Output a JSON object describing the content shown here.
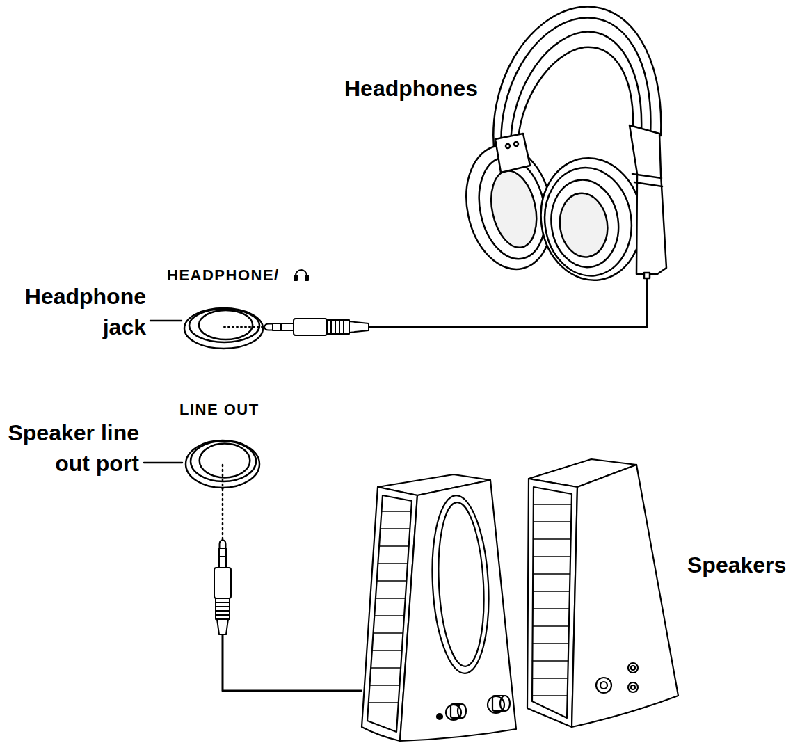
{
  "diagram": {
    "nodes": [
      {
        "text": [
          "Headphones"
        ]
      },
      {
        "text": [
          "HEADPHONE/",
          "Headphone jack"
        ]
      },
      {
        "text": [
          "LINE OUT",
          "Speaker line out port"
        ]
      },
      {
        "text": [
          "Speakers"
        ]
      }
    ],
    "edges": [
      {
        "from": 0,
        "to": 1,
        "arrow": "none"
      },
      {
        "from": 3,
        "to": 2,
        "arrow": "none"
      }
    ]
  }
}
